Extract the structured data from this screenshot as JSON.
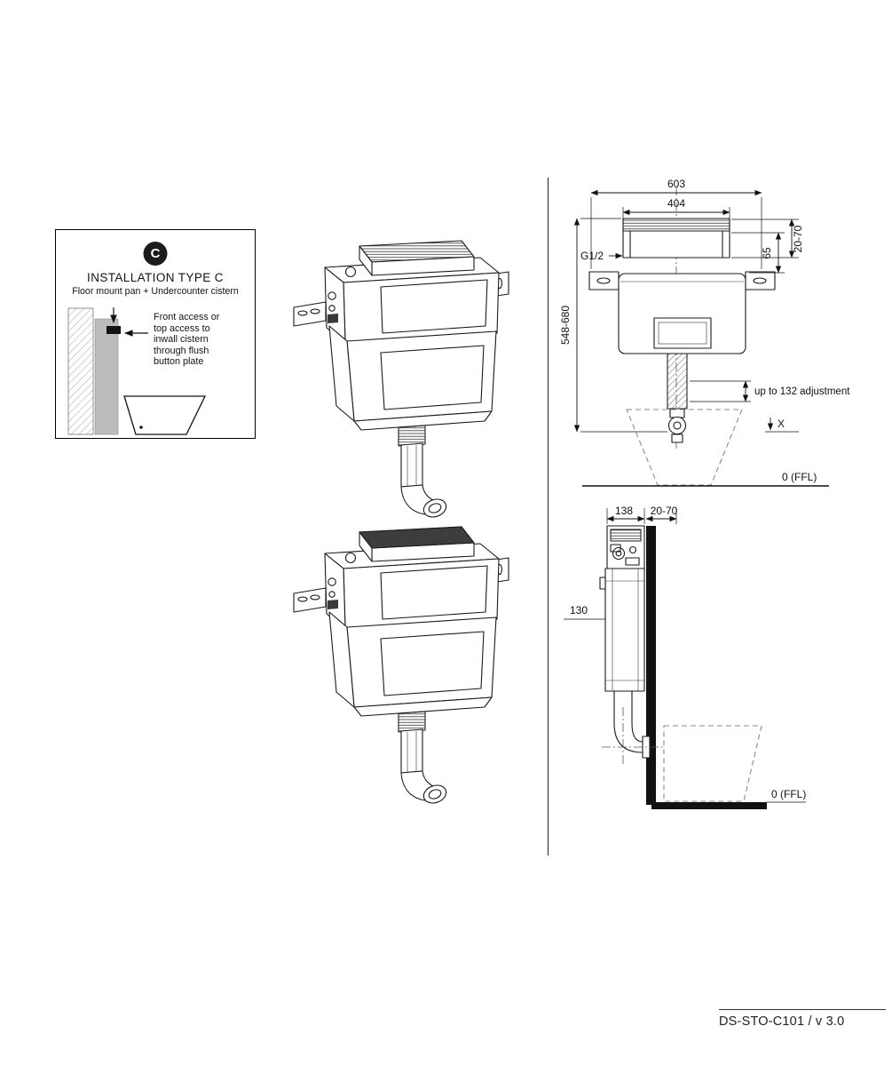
{
  "page": {
    "footer_ref": "DS-STO-C101 / v 3.0"
  },
  "legend": {
    "badge": "C",
    "title": "INSTALLATION TYPE C",
    "subtitle": "Floor mount pan + Undercounter cistern",
    "note_line1": "Front access or",
    "note_line2": "top access to",
    "note_line3": "inwall cistern",
    "note_line4": "through flush",
    "note_line5": "button plate"
  },
  "front_view": {
    "dim_overall_width": "603",
    "dim_frame_width": "404",
    "dim_frame_depth_range": "20-70",
    "dim_frame_height": "65",
    "inlet_label": "G1/2",
    "dim_height_range": "548-680",
    "adjustment_note": "up to 132 adjustment",
    "outlet_level_label": "X",
    "floor_level_label": "0 (FFL)"
  },
  "side_view": {
    "dim_depth": "138",
    "dim_wall_range": "20-70",
    "dim_offset": "130",
    "floor_level_label": "0 (FFL)"
  }
}
